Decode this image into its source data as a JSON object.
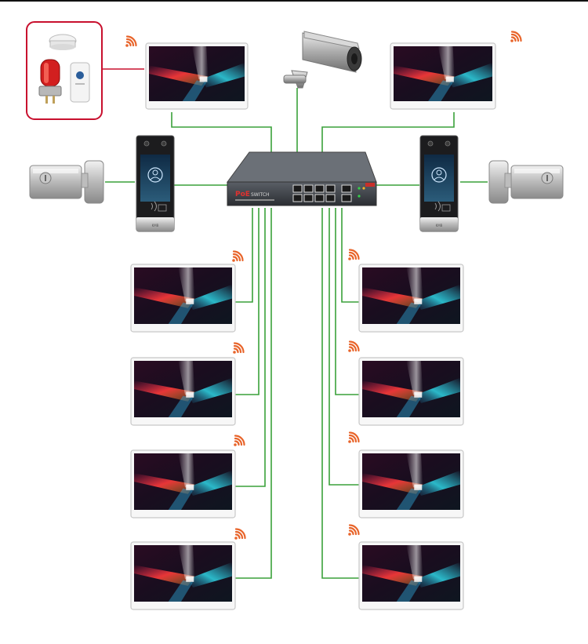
{
  "switch": {
    "brand_label": "PoE",
    "model_label": "SWITCH"
  },
  "door_station": {
    "brand_label": "KMB"
  },
  "colors": {
    "wire": "#3aa13a",
    "alarm_wire": "#c8102e",
    "wifi": "#e8642a",
    "frame": "#c8c8c8",
    "screen_bg": "#1a0f1e"
  },
  "icons": {
    "wifi": "wifi-icon",
    "face": "face-recognition-icon",
    "camera": "cctv-camera-icon",
    "lock": "electric-lock-icon",
    "alarm": "alarm-light-icon",
    "smoke": "smoke-detector-icon",
    "sensor": "door-sensor-icon"
  }
}
